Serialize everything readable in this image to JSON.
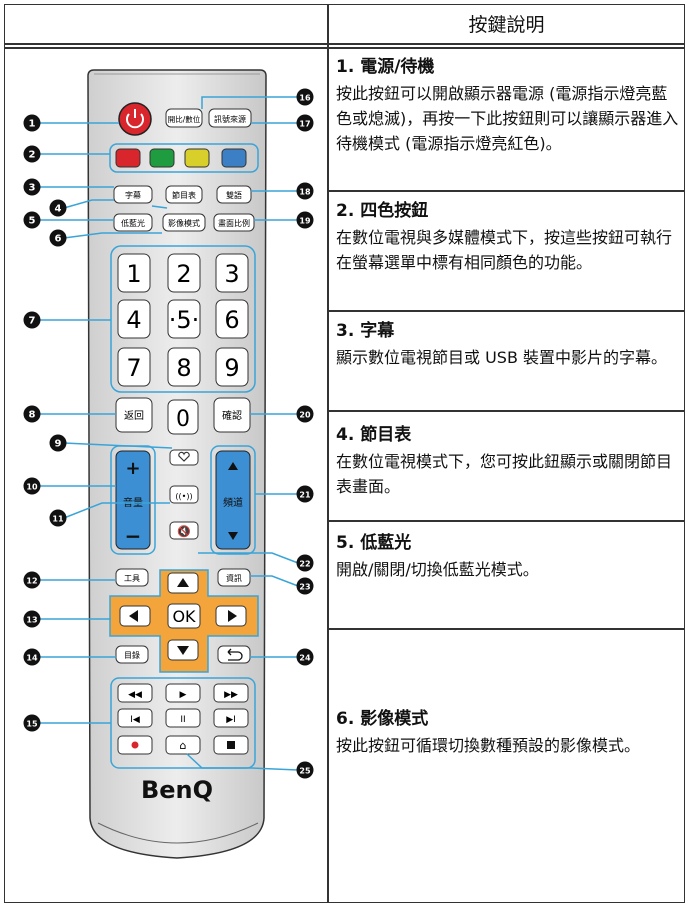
{
  "header": {
    "title": "按鍵說明"
  },
  "sections": [
    {
      "title": "1. 電源/待機",
      "body": "按此按鈕可以開啟顯示器電源 (電源指示燈亮藍色或熄滅)，再按一下此按鈕則可以讓顯示器進入待機模式 (電源指示燈亮紅色)。"
    },
    {
      "title": "2. 四色按鈕",
      "body": "在數位電視與多媒體模式下，按這些按鈕可執行在螢幕選單中標有相同顏色的功能。"
    },
    {
      "title": "3. 字幕",
      "body": "顯示數位電視節目或 USB 裝置中影片的字幕。"
    },
    {
      "title": "4. 節目表",
      "body": "在數位電視模式下，您可按此鈕顯示或關閉節目表畫面。"
    },
    {
      "title": "5. 低藍光",
      "body": "開啟/關閉/切換低藍光模式。"
    },
    {
      "title": "6. 影像模式",
      "body": "按此按鈕可循環切換數種預設的影像模式。"
    }
  ],
  "remote": {
    "brand": "BenQ",
    "power_icon": "power-icon",
    "colors": {
      "red": "#d8262c",
      "green": "#1f9c3f",
      "yellow": "#d8cf2a",
      "blue": "#3d7fc4",
      "accent": "#3aa4d8",
      "orange": "#f0a233"
    },
    "labels": {
      "contrast": "開比/數位",
      "source": "訊號來源",
      "subtitle": "字幕",
      "epg": "節目表",
      "dual": "雙語",
      "lowblue": "低藍光",
      "picture": "影像模式",
      "ratio": "畫面比例",
      "back": "返回",
      "ok_confirm": "確認",
      "volume": "音量",
      "channel": "頻道",
      "tools": "工具",
      "info": "資訊",
      "menu": "目錄",
      "ok": "OK",
      "plus": "+",
      "minus": "−"
    },
    "digits": [
      "1",
      "2",
      "3",
      "4",
      "·5·",
      "6",
      "7",
      "8",
      "9",
      "0"
    ],
    "callouts": [
      "1",
      "2",
      "3",
      "4",
      "5",
      "6",
      "7",
      "8",
      "9",
      "10",
      "11",
      "12",
      "13",
      "14",
      "15",
      "16",
      "17",
      "18",
      "19",
      "20",
      "21",
      "22",
      "23",
      "24",
      "25"
    ]
  }
}
